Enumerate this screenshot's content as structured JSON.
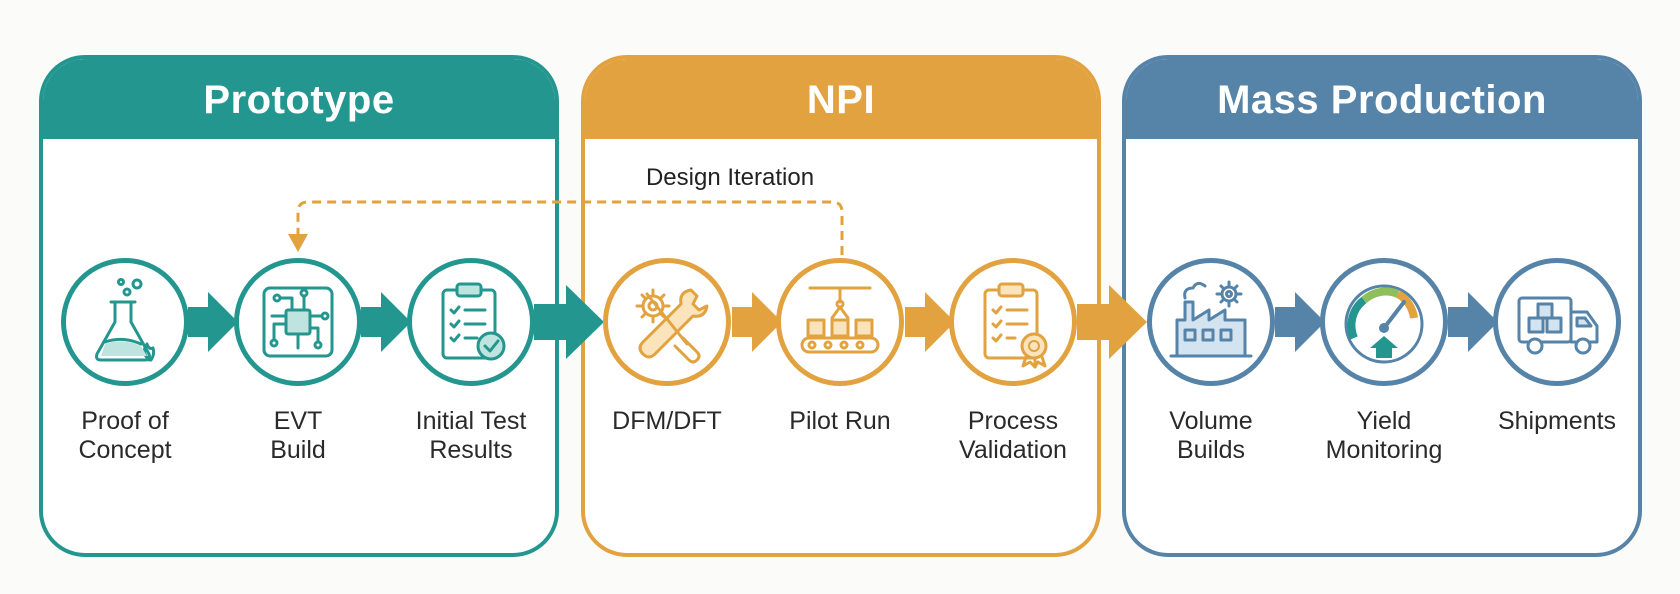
{
  "phases": [
    {
      "title": "Prototype",
      "color": "#23978f",
      "steps": [
        {
          "label": "Proof of\nConcept",
          "icon": "flask-icon"
        },
        {
          "label": "EVT\nBuild",
          "icon": "circuit-board-icon"
        },
        {
          "label": "Initial Test\nResults",
          "icon": "clipboard-check-icon"
        }
      ]
    },
    {
      "title": "NPI",
      "color": "#e1a23f",
      "steps": [
        {
          "label": "DFM/DFT",
          "icon": "gear-wrench-icon"
        },
        {
          "label": "Pilot Run",
          "icon": "conveyor-icon"
        },
        {
          "label": "Process\nValidation",
          "icon": "clipboard-badge-icon"
        }
      ]
    },
    {
      "title": "Mass Production",
      "color": "#5683a8",
      "steps": [
        {
          "label": "Volume\nBuilds",
          "icon": "factory-icon"
        },
        {
          "label": "Yield\nMonitoring",
          "icon": "gauge-icon"
        },
        {
          "label": "Shipments",
          "icon": "truck-icon"
        }
      ]
    }
  ],
  "loop": {
    "label": "Design Iteration",
    "from": "Pilot Run",
    "to": "EVT\nBuild"
  }
}
